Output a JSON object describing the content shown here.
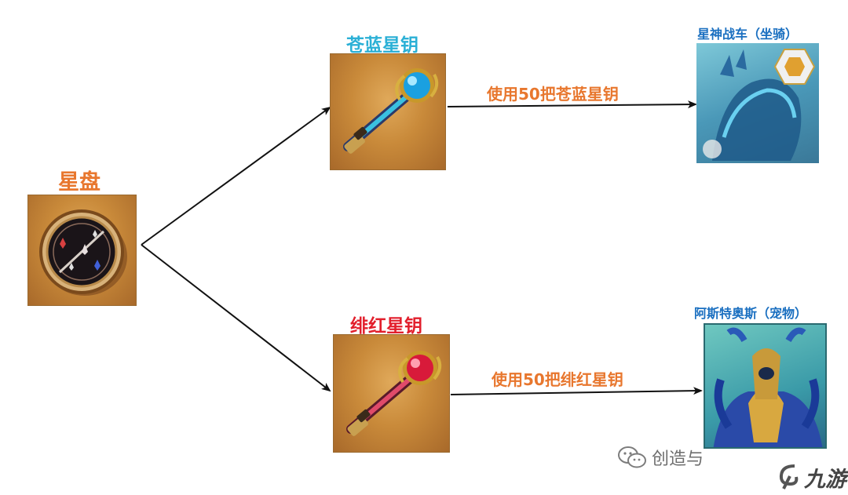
{
  "nodes": {
    "star_disk": {
      "label": "星盘"
    },
    "blue_key": {
      "label": "苍蓝星钥"
    },
    "red_key": {
      "label": "绯红星钥"
    },
    "mount": {
      "label": "星神战车（坐骑）"
    },
    "pet": {
      "label": "阿斯特奥斯（宠物）"
    }
  },
  "edges": {
    "blue_to_mount": "使用50把苍蓝星钥",
    "red_to_pet": "使用50把绯红星钥"
  },
  "watermark": {
    "wechat_text": "创造与",
    "brand_text": "九游"
  },
  "colors": {
    "disk_label": "#e8772e",
    "blue_label": "#2bb0d6",
    "red_label": "#e21f2c",
    "edge_label": "#e8772e",
    "reward_label": "#1a6fc0",
    "arrow": "#111111"
  },
  "icons": [
    "star-disk-icon",
    "blue-key-icon",
    "red-key-icon",
    "mount-portrait",
    "pet-portrait",
    "wechat-icon",
    "jiuyou-logo-icon"
  ]
}
